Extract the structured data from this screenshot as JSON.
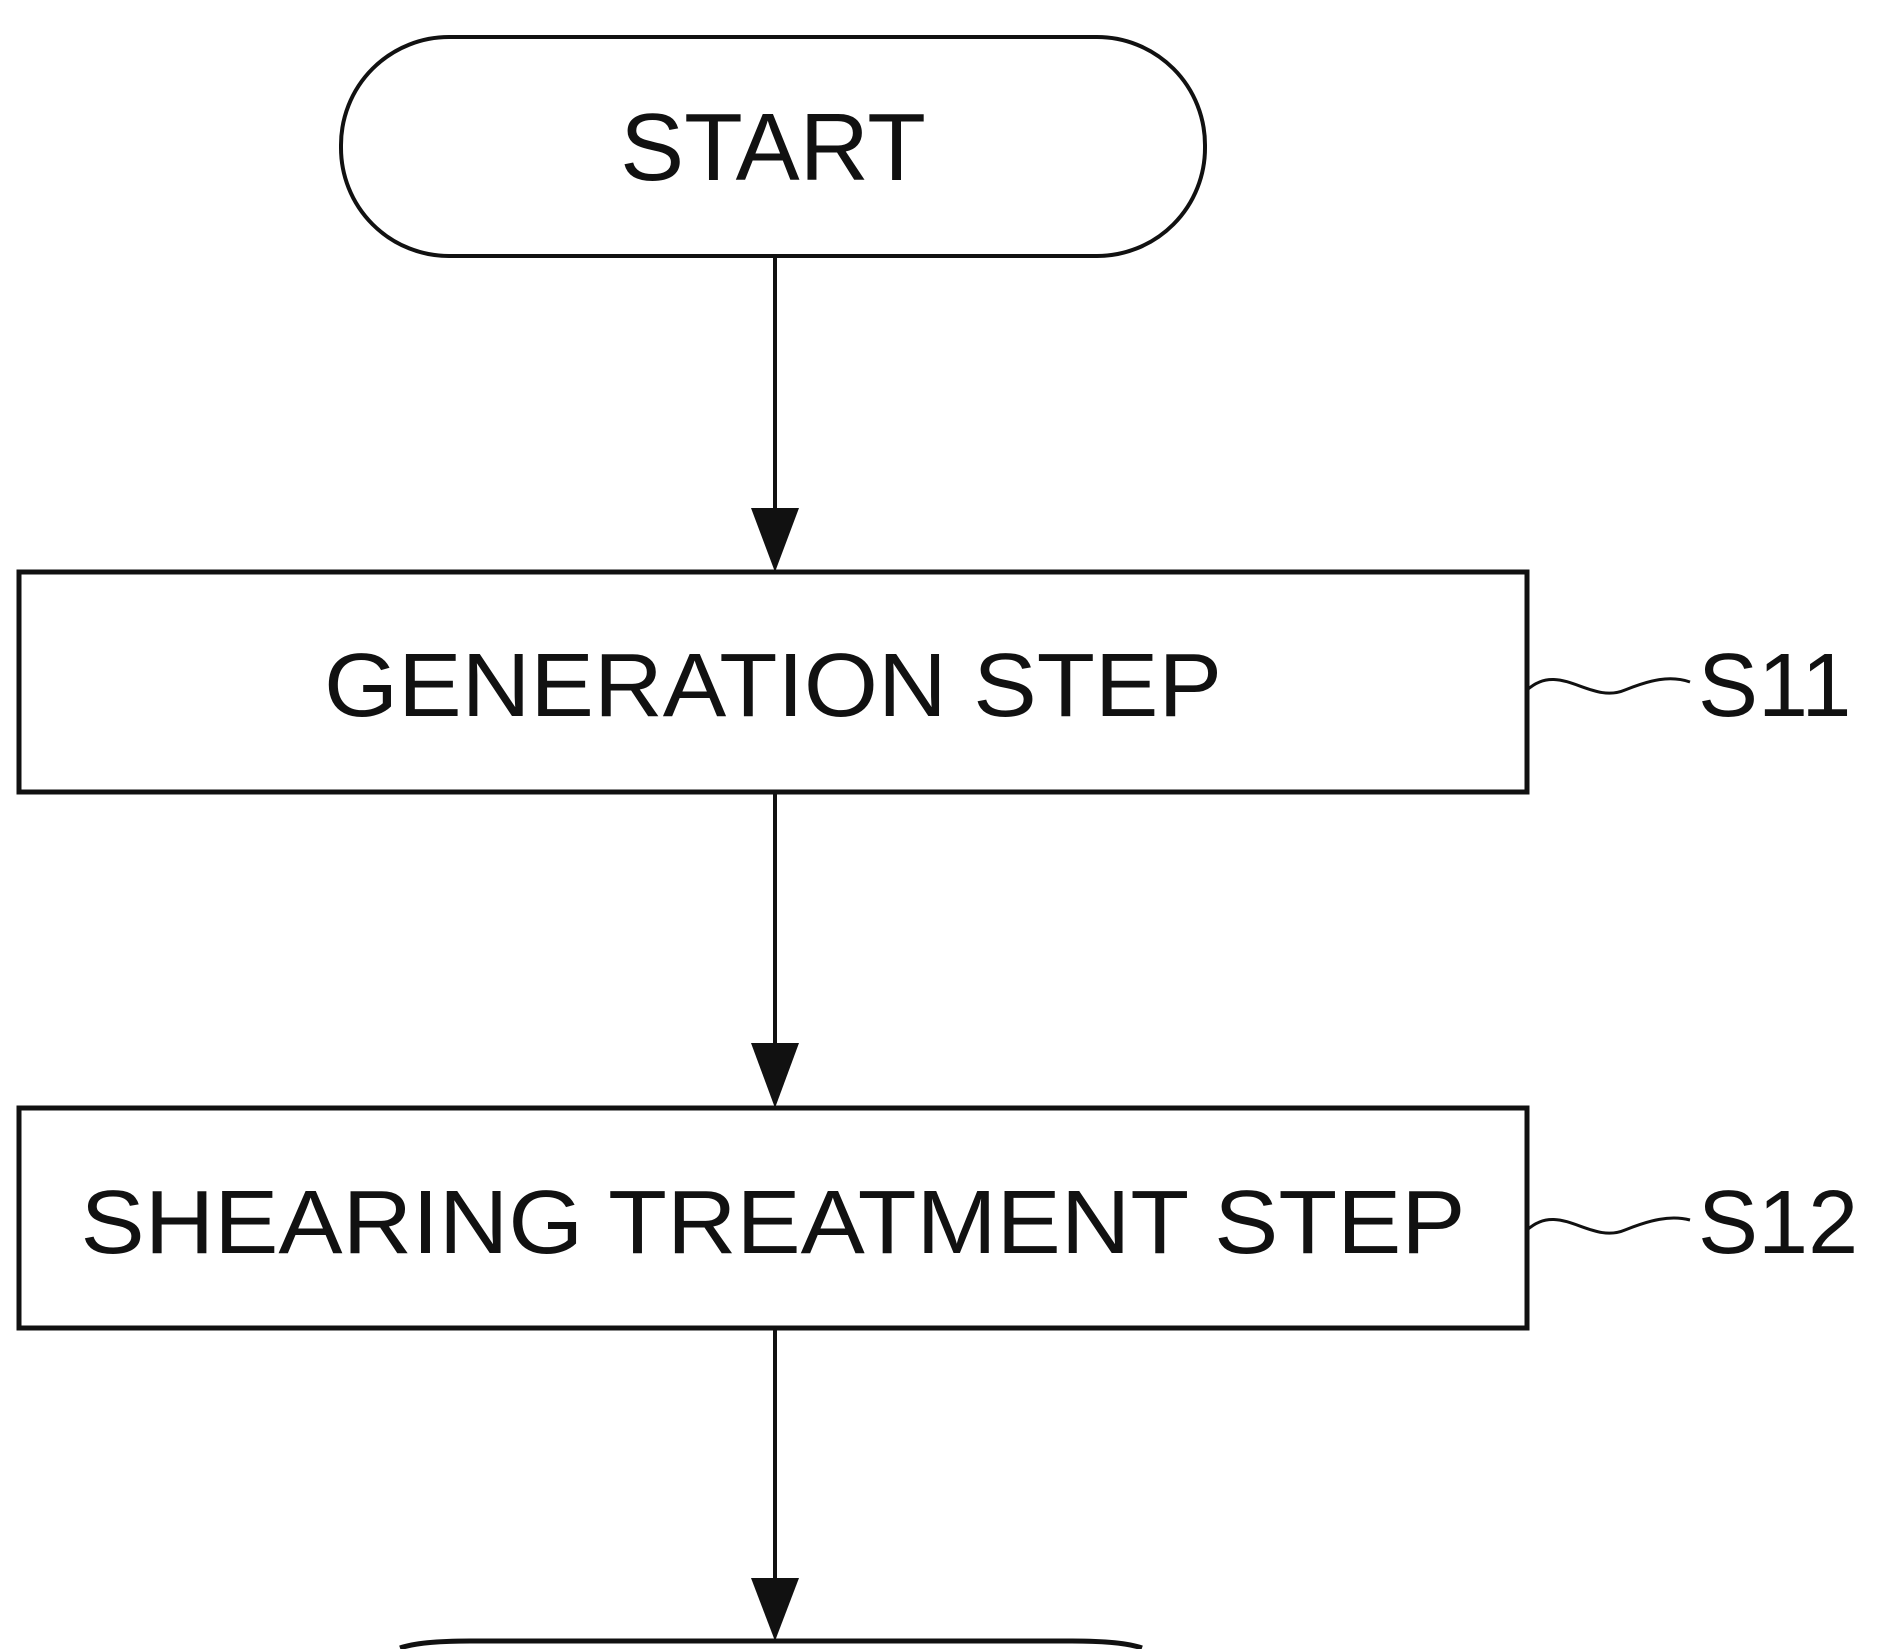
{
  "flowchart": {
    "start_label": "START",
    "steps": [
      {
        "label": "GENERATION STEP",
        "ref": "S11"
      },
      {
        "label": "SHEARING TREATMENT STEP",
        "ref": "S12"
      }
    ],
    "end_label": ""
  }
}
